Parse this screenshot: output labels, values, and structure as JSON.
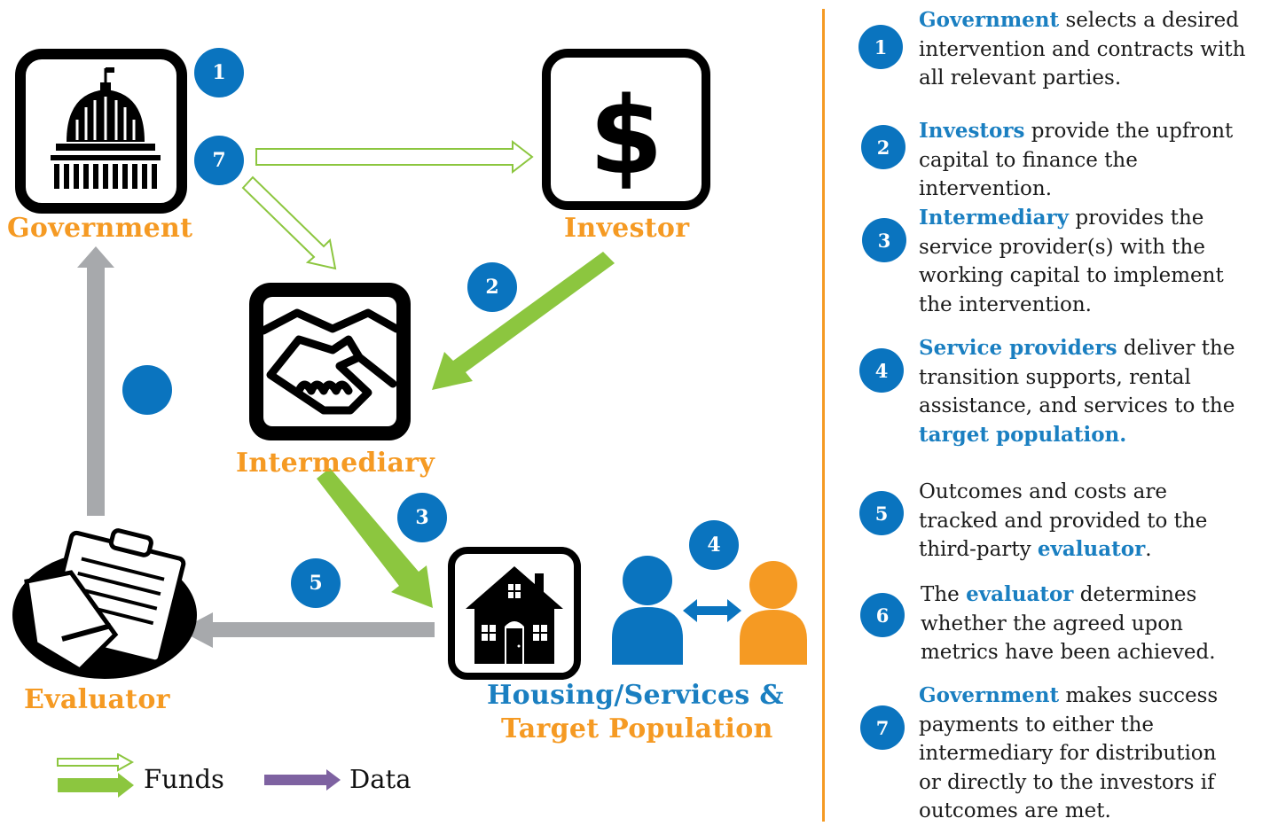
{
  "nodes": {
    "government": "Government",
    "investor": "Investor",
    "intermediary": "Intermediary",
    "evaluator": "Evaluator",
    "housing_line1": "Housing/Services &",
    "housing_line2": "Target Population"
  },
  "badges": {
    "b1": "1",
    "b7": "7",
    "b2": "2",
    "b3": "3",
    "b4": "4",
    "b5": "5"
  },
  "legend": {
    "funds": "Funds",
    "data": "Data"
  },
  "steps": [
    {
      "num": "1",
      "hl": "Government",
      "rest": " selects a desired intervention and contracts with all relevant parties."
    },
    {
      "num": "2",
      "hl": "Investors",
      "rest": " provide the upfront capital to finance the intervention."
    },
    {
      "num": "3",
      "hl": "Intermediary",
      "rest": " provides the service provider(s) with the working capital to implement the intervention."
    },
    {
      "num": "4",
      "hl": "Service providers",
      "rest": " deliver the transition supports, rental assistance, and services to the ",
      "hl2": "target population."
    },
    {
      "num": "5",
      "pre": "Outcomes and costs are tracked and provided to the third-party ",
      "hl": "evaluator",
      "rest": "."
    },
    {
      "num": "6",
      "pre": "The ",
      "hl": "evaluator",
      "rest": " determines whether the agreed upon metrics have been achieved."
    },
    {
      "num": "7",
      "hl": "Government",
      "rest": " makes success payments to either the intermediary for distribution or directly to the investors if outcomes are met."
    }
  ],
  "colors": {
    "accent_orange": "#f59a23",
    "accent_blue": "#0a74bf",
    "funds_green": "#8cc63f",
    "data_purple": "#7e62a1",
    "flow_gray": "#a7a9ac"
  }
}
